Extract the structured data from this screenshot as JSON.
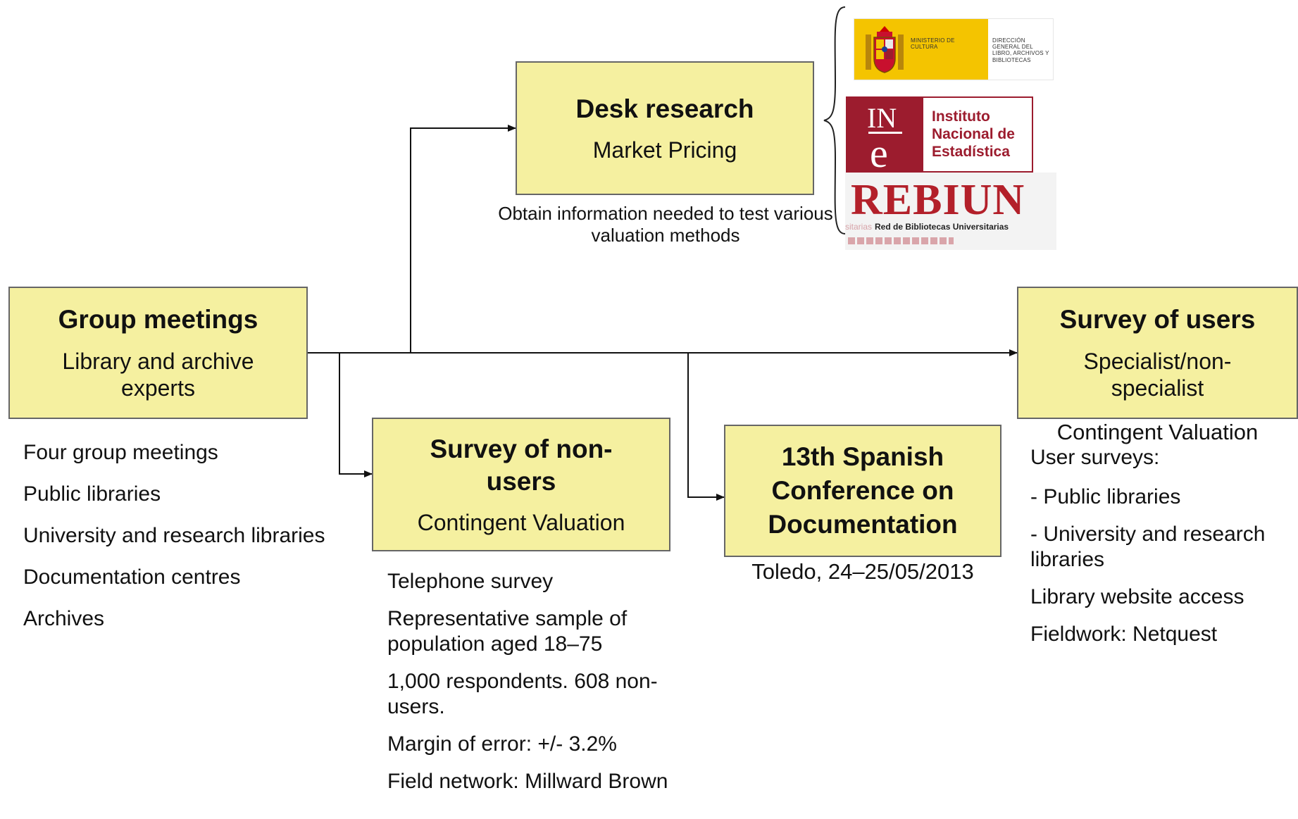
{
  "desk_research": {
    "title": "Desk research",
    "subtitle": "Market Pricing",
    "note": "Obtain information needed to test various valuation methods"
  },
  "group_meetings": {
    "title": "Group meetings",
    "subtitle": "Library and archive experts",
    "items": [
      "Four group meetings",
      "Public libraries",
      "University and research libraries",
      "Documentation centres",
      "Archives"
    ]
  },
  "survey_nonusers": {
    "title": "Survey of non-users",
    "subtitle": "Contingent Valuation",
    "items": [
      "Telephone survey",
      "Representative sample of population aged 18–75",
      "1,000 respondents. 608 non-users.",
      "Margin of error: +/- 3.2%",
      "Field network: Millward Brown"
    ]
  },
  "conference": {
    "title": "13th Spanish Conference on Documentation",
    "note": "Toledo, 24–25/05/2013"
  },
  "survey_users": {
    "title": "Survey of users",
    "subtitle": "Specialist/non-specialist",
    "note": "Contingent Valuation",
    "items": [
      "User surveys:",
      "- Public libraries",
      "- University and research libraries",
      "Library website access",
      "Fieldwork: Netquest"
    ]
  },
  "logos": {
    "ministerio": {
      "left_text": "MINISTERIO DE CULTURA",
      "right_text": "DIRECCIÓN GENERAL DEL LIBRO, ARCHIVOS Y BIBLIOTECAS"
    },
    "ine": {
      "mark": "INe",
      "name": "Instituto Nacional de Estadística"
    },
    "rebiun": {
      "name": "REBIUN",
      "faded": "sitarias",
      "subtitle": "Red de Bibliotecas Universitarias"
    }
  },
  "colors": {
    "box_fill": "#f5f0a0",
    "box_border": "#666666",
    "ine_red": "#9c1c2e",
    "rebiun_red": "#b3202a",
    "ministerio_yellow": "#f4c400"
  }
}
